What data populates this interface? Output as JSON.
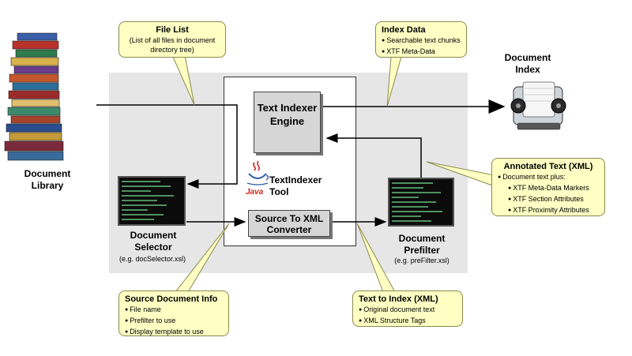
{
  "nodes": {
    "document_library": "Document Library",
    "document_index": "Document Index",
    "text_indexer_engine": "Text Indexer Engine",
    "tool_name": "TextIndexer Tool",
    "source_to_xml": "Source To XML Converter",
    "document_selector": "Document Selector",
    "document_selector_sub": "(e.g. docSelector.xsl)",
    "document_prefilter": "Document Prefilter",
    "document_prefilter_sub": "(e.g. preFilter.xsl)"
  },
  "callouts": {
    "file_list": {
      "title": "File  List",
      "body": "(List of all files in document directory tree)"
    },
    "index_data": {
      "title": "Index Data",
      "items": [
        "Searchable text chunks",
        "XTF Meta-Data"
      ]
    },
    "annotated_text": {
      "title": "Annotated Text (XML)",
      "intro": "Document text plus:",
      "items": [
        "XTF Meta-Data Markers",
        "XTF Section Attributes",
        "XTF Proximity Attributes"
      ]
    },
    "source_info": {
      "title": "Source Document Info",
      "items": [
        "File name",
        "Prefilter to use",
        "Display template to use"
      ]
    },
    "text_to_index": {
      "title": "Text to Index (XML)",
      "items": [
        "Original document text",
        "XML Structure Tags"
      ]
    }
  },
  "logo_text": "Java",
  "colors": {
    "callout_fill": "#ffffc4",
    "region_gray": "#e6e6e6",
    "box_gray": "#d6d6d6",
    "java_red": "#d0241c",
    "java_blue": "#2a5aa8"
  }
}
